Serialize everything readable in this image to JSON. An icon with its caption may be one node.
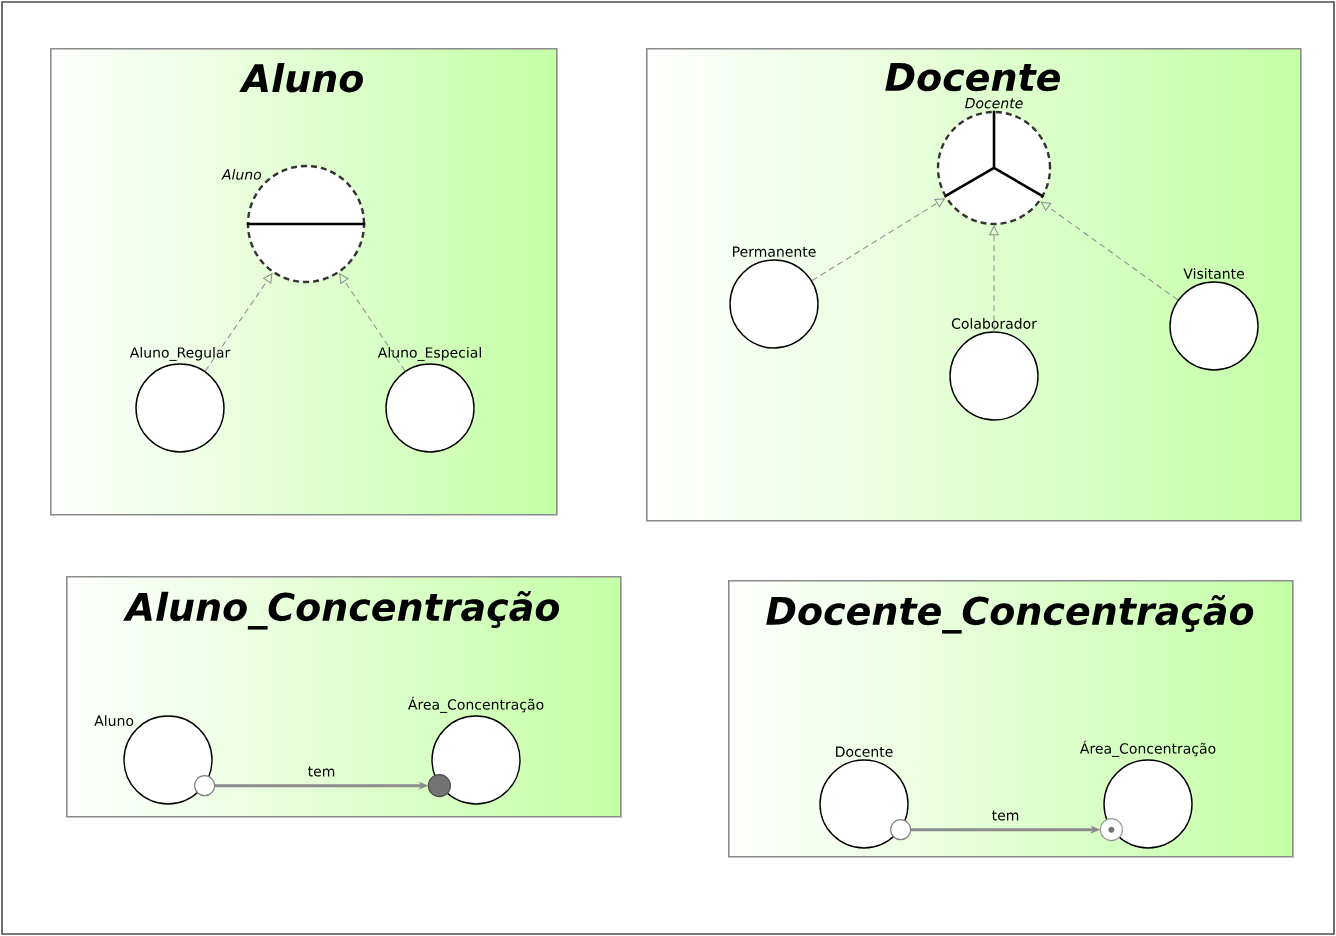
{
  "diagram": {
    "nodes": [
      {
        "text": [
          "Aluno"
        ]
      },
      {
        "text": [
          "Aluno"
        ],
        "in": 0
      },
      {
        "text": [
          "Aluno_Regular"
        ],
        "in": 0
      },
      {
        "text": [
          "Aluno_Especial"
        ],
        "in": 0
      },
      {
        "text": [
          "Docente"
        ]
      },
      {
        "text": [
          "Docente"
        ],
        "in": 4
      },
      {
        "text": [
          "Permanente"
        ],
        "in": 4
      },
      {
        "text": [
          "Colaborador"
        ],
        "in": 4
      },
      {
        "text": [
          "Visitante"
        ],
        "in": 4
      },
      {
        "text": [
          "Aluno_Concentração"
        ]
      },
      {
        "text": [
          "Aluno"
        ],
        "in": 9
      },
      {
        "text": [
          "Área_Concentração"
        ],
        "in": 9
      },
      {
        "text": [
          "Docente_Concentração"
        ]
      },
      {
        "text": [
          "Docente"
        ],
        "in": 12
      },
      {
        "text": [
          "Área_Concentração"
        ],
        "in": 12
      }
    ],
    "edges": [
      {
        "from": 2,
        "to": 1,
        "arrow": "to",
        "style": "dashed"
      },
      {
        "from": 3,
        "to": 1,
        "arrow": "to",
        "style": "dashed"
      },
      {
        "from": 6,
        "to": 5,
        "arrow": "to",
        "style": "dashed"
      },
      {
        "from": 7,
        "to": 5,
        "arrow": "to",
        "style": "dashed"
      },
      {
        "from": 8,
        "to": 5,
        "arrow": "to",
        "style": "dashed"
      },
      {
        "from": 10,
        "to": 11,
        "arrow": "to",
        "label": "tem"
      },
      {
        "from": 13,
        "to": 14,
        "arrow": "to",
        "label": "tem"
      }
    ]
  }
}
